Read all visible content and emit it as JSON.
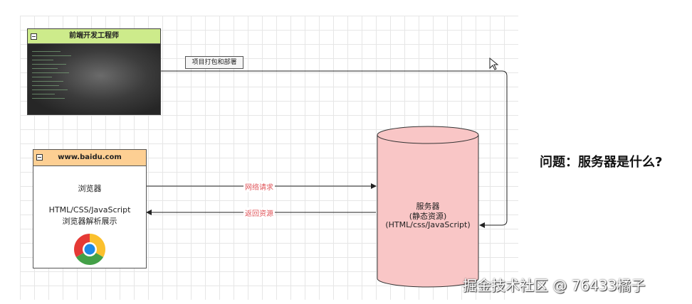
{
  "developer": {
    "title": "前端开发工程师"
  },
  "deploy_label": "项目打包和部署",
  "browser": {
    "title": "www.baidu.com",
    "label": "浏览器",
    "tech": "HTML/CSS/JavaScript",
    "desc": "浏览器解析展示"
  },
  "edges": {
    "request": "网络请求",
    "response": "返回资源"
  },
  "server": {
    "label": "服务器",
    "sublabel": "(静态资源)",
    "tech": "(HTML/css/JavaScript)"
  },
  "question": "问题：服务器是什么?",
  "watermark": "掘金技术社区 @ 76433橘子",
  "colors": {
    "dev_header": "#cdeb8b",
    "browser_header": "#fdcf93",
    "server_fill": "#f9c6c6",
    "edge_label": "#e0555a"
  }
}
